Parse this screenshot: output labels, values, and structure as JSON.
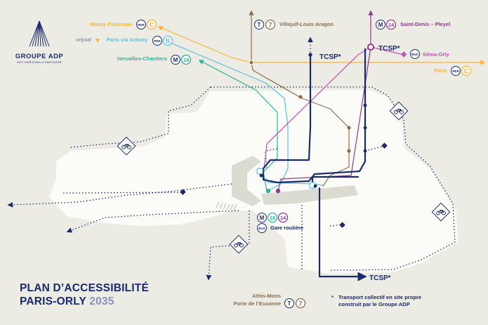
{
  "logo": {
    "brand_prefix": "GROUPE ",
    "brand_bold": "ADP",
    "tagline": "DES HORIZONS À PARTAGER"
  },
  "title": {
    "line1": "PLAN D’ACCESSIBILITÉ",
    "line2_prefix": "PARIS-ORLY ",
    "year": "2035"
  },
  "destinations": {
    "massy": "Massy-Palaiseau",
    "orlyval_brand": "orlyval",
    "antony": "Paris via Antony",
    "versailles": "Versailles-Chantiers",
    "villejuif": "Villejuif-Louis Aragon",
    "saint_denis": "Saint-Denis – Pleyel",
    "senia": "Sénia-Orly",
    "paris": "Paris",
    "athis_line1": "Athis-Mons",
    "athis_line2": "Porte de l’Essonne",
    "gare_routiere": "Gare routière"
  },
  "badges": {
    "rer": "RER",
    "rer_c": "C",
    "rer_b": "B",
    "metro": "M",
    "line_14": "14",
    "line_18": "18",
    "tram": "T",
    "tram_7": "7",
    "bus": "BUS"
  },
  "tcsp": {
    "label_top_left": "TCSP*",
    "label_top_right": "TCSP*",
    "label_bottom": "TCSP*"
  },
  "footnote": {
    "star": "*",
    "text_line1": "Transport collectif en site propre",
    "text_line2": "construit par le Groupe ADP"
  },
  "colors": {
    "background": "#ecebe4",
    "land": "#fbfbf8",
    "navy": "#1b2a6b",
    "rer_c": "#f7b733",
    "rer_b": "#5bc0de",
    "metro_18": "#2fb39a",
    "metro_14": "#8d3b8f",
    "tram_7": "#8b6e4e",
    "senia": "#c252b5",
    "bike_icon": "#1b2a6b"
  },
  "icons": [
    "bicycle-icon",
    "rer-logo-icon",
    "metro-logo-icon",
    "tram-logo-icon",
    "bus-logo-icon",
    "adp-logo-icon"
  ]
}
